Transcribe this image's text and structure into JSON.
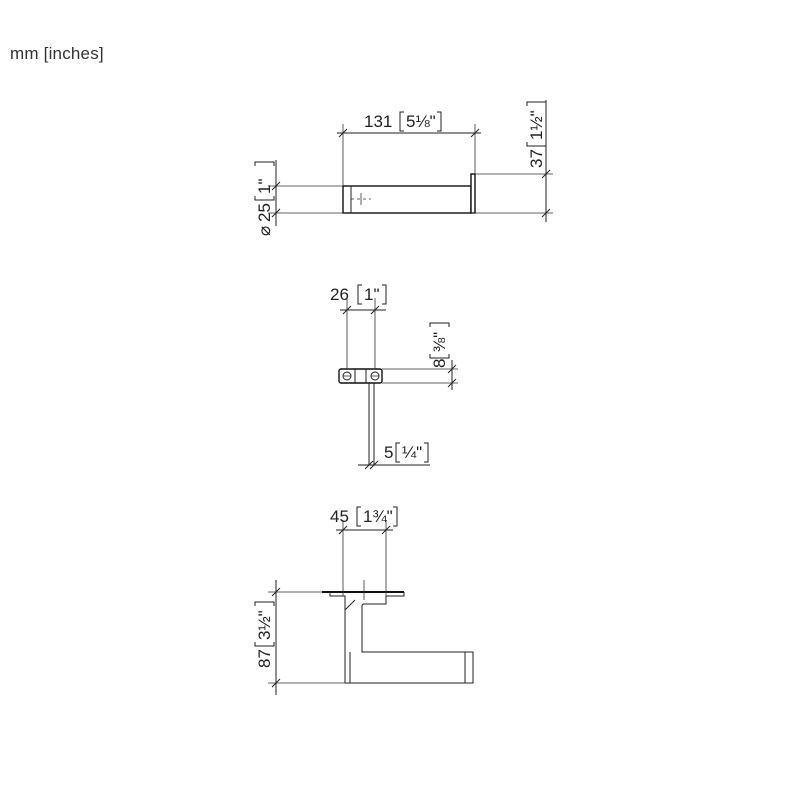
{
  "units_label": "mm [inches]",
  "views": {
    "top": {
      "width": {
        "mm": "131",
        "in": "5⅛\""
      },
      "height": {
        "mm": "37",
        "in": "1½\""
      },
      "diameter": {
        "symbol": "⌀",
        "mm": "25",
        "in": "1\""
      }
    },
    "side": {
      "depth": {
        "mm": "26",
        "in": "1\""
      },
      "thickness": {
        "mm": "8",
        "in": "⅜\""
      },
      "wall": {
        "mm": "5",
        "in": "¼\""
      }
    },
    "front": {
      "offset": {
        "mm": "45",
        "in": "1¾\""
      },
      "height": {
        "mm": "87",
        "in": "3½\""
      }
    }
  }
}
